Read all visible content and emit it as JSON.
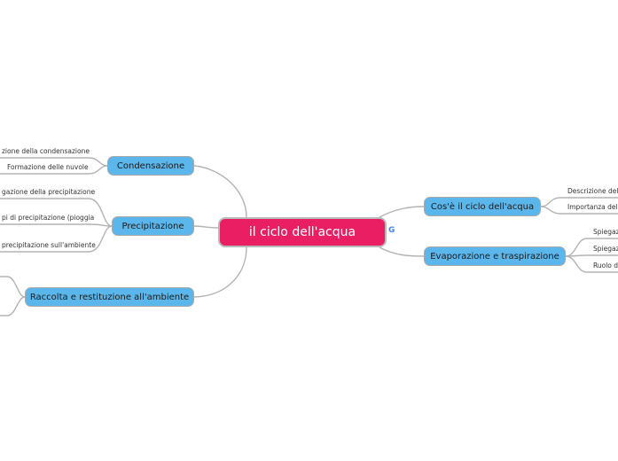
{
  "central": {
    "label": "il ciclo dell'acqua"
  },
  "icon": {
    "name": "google-icon",
    "glyph": "G"
  },
  "topics": {
    "condensazione": {
      "label": "Condensazione"
    },
    "precipitazione": {
      "label": "Precipitazione"
    },
    "raccolta": {
      "label": "Raccolta e restituzione all'ambiente"
    },
    "cose": {
      "label": "Cos'è il ciclo dell'acqua"
    },
    "evaporazione": {
      "label": "Evaporazione e traspirazione"
    }
  },
  "subtopics": {
    "condensazione": [
      "zione della condensazione",
      "Formazione delle nuvole"
    ],
    "precipitazione": [
      "gazione della precipitazione",
      "pi di precipitazione (pioggia",
      "precipitazione sull'ambiente"
    ],
    "cose": [
      "Descrizione del c",
      "Importanza del c"
    ],
    "evaporazione": [
      "Spiegaz",
      "Spiegaz",
      "Ruolo de"
    ]
  },
  "colors": {
    "central": "#e91e63",
    "topic": "#5bb6ec",
    "connector": "#b3b3b3"
  }
}
